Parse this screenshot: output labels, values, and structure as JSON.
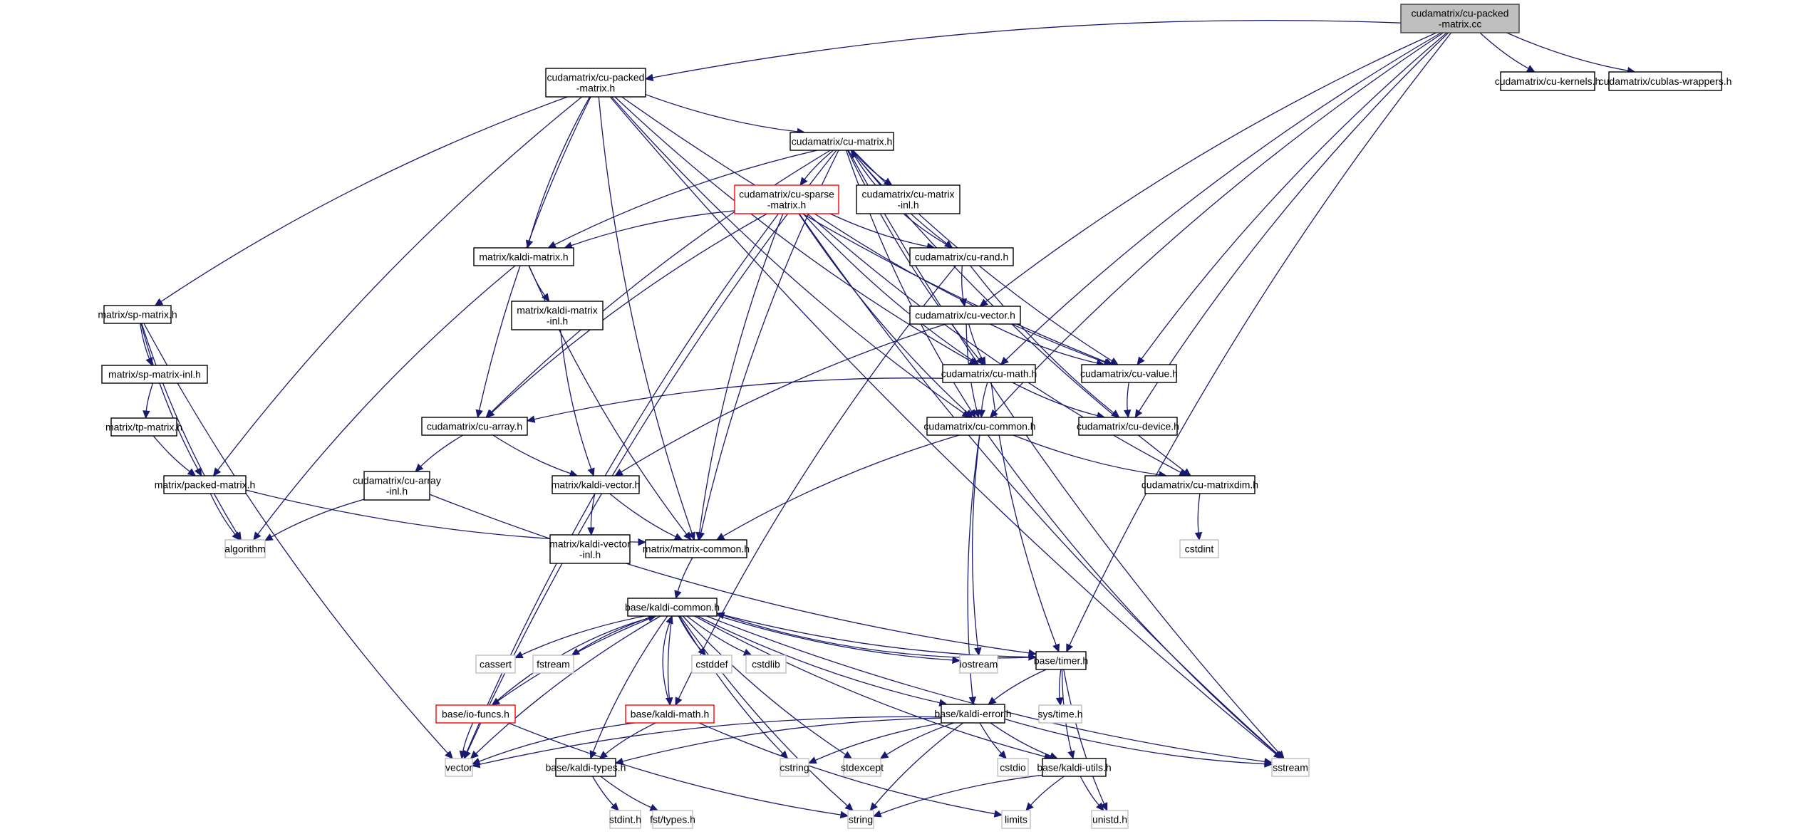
{
  "title": "Include dependency graph for cudamatrix/cu-packed-matrix.cc",
  "colors": {
    "edge": "#191970",
    "root_fill": "#bfbfbf",
    "root_border": "#404040",
    "header_border": "#000000",
    "truncated_border": "#ff0000",
    "system_border": "#bfbfbf",
    "node_fill": "#ffffff"
  },
  "nodes": [
    {
      "id": "root",
      "label": [
        "cudamatrix/cu-packed",
        "-matrix.cc"
      ],
      "kind": "root"
    },
    {
      "id": "cu_packed_matrix_h",
      "label": [
        "cudamatrix/cu-packed",
        "-matrix.h"
      ],
      "kind": "header"
    },
    {
      "id": "cu_kernels_h",
      "label": [
        "cudamatrix/cu-kernels.h"
      ],
      "kind": "header"
    },
    {
      "id": "cublas_wrappers_h",
      "label": [
        "cudamatrix/cublas-wrappers.h"
      ],
      "kind": "header"
    },
    {
      "id": "cu_matrix_h",
      "label": [
        "cudamatrix/cu-matrix.h"
      ],
      "kind": "header"
    },
    {
      "id": "cu_sparse_matrix_h",
      "label": [
        "cudamatrix/cu-sparse",
        "-matrix.h"
      ],
      "kind": "truncated"
    },
    {
      "id": "cu_matrix_inl_h",
      "label": [
        "cudamatrix/cu-matrix",
        "-inl.h"
      ],
      "kind": "header"
    },
    {
      "id": "kaldi_matrix_h",
      "label": [
        "matrix/kaldi-matrix.h"
      ],
      "kind": "header"
    },
    {
      "id": "cu_rand_h",
      "label": [
        "cudamatrix/cu-rand.h"
      ],
      "kind": "header"
    },
    {
      "id": "kaldi_matrix_inl_h",
      "label": [
        "matrix/kaldi-matrix",
        "-inl.h"
      ],
      "kind": "header"
    },
    {
      "id": "sp_matrix_h",
      "label": [
        "matrix/sp-matrix.h"
      ],
      "kind": "header"
    },
    {
      "id": "cu_vector_h",
      "label": [
        "cudamatrix/cu-vector.h"
      ],
      "kind": "header"
    },
    {
      "id": "sp_matrix_inl_h",
      "label": [
        "matrix/sp-matrix-inl.h"
      ],
      "kind": "header"
    },
    {
      "id": "cu_math_h",
      "label": [
        "cudamatrix/cu-math.h"
      ],
      "kind": "header"
    },
    {
      "id": "cu_value_h",
      "label": [
        "cudamatrix/cu-value.h"
      ],
      "kind": "header"
    },
    {
      "id": "tp_matrix_h",
      "label": [
        "matrix/tp-matrix.h"
      ],
      "kind": "header"
    },
    {
      "id": "cu_array_h",
      "label": [
        "cudamatrix/cu-array.h"
      ],
      "kind": "header"
    },
    {
      "id": "cu_common_h",
      "label": [
        "cudamatrix/cu-common.h"
      ],
      "kind": "header"
    },
    {
      "id": "cu_device_h",
      "label": [
        "cudamatrix/cu-device.h"
      ],
      "kind": "header"
    },
    {
      "id": "packed_matrix_h",
      "label": [
        "matrix/packed-matrix.h"
      ],
      "kind": "header"
    },
    {
      "id": "cu_array_inl_h",
      "label": [
        "cudamatrix/cu-array",
        "-inl.h"
      ],
      "kind": "header"
    },
    {
      "id": "kaldi_vector_h",
      "label": [
        "matrix/kaldi-vector.h"
      ],
      "kind": "header"
    },
    {
      "id": "cu_matrixdim_h",
      "label": [
        "cudamatrix/cu-matrixdim.h"
      ],
      "kind": "header"
    },
    {
      "id": "algorithm",
      "label": [
        "algorithm"
      ],
      "kind": "system"
    },
    {
      "id": "kaldi_vector_inl_h",
      "label": [
        "matrix/kaldi-vector",
        "-inl.h"
      ],
      "kind": "header"
    },
    {
      "id": "matrix_common_h",
      "label": [
        "matrix/matrix-common.h"
      ],
      "kind": "header"
    },
    {
      "id": "cstdint",
      "label": [
        "cstdint"
      ],
      "kind": "system"
    },
    {
      "id": "kaldi_common_h",
      "label": [
        "base/kaldi-common.h"
      ],
      "kind": "header"
    },
    {
      "id": "cassert",
      "label": [
        "cassert"
      ],
      "kind": "system"
    },
    {
      "id": "fstream",
      "label": [
        "fstream"
      ],
      "kind": "system"
    },
    {
      "id": "cstddef",
      "label": [
        "cstddef"
      ],
      "kind": "system"
    },
    {
      "id": "cstdlib",
      "label": [
        "cstdlib"
      ],
      "kind": "system"
    },
    {
      "id": "iostream",
      "label": [
        "iostream"
      ],
      "kind": "system"
    },
    {
      "id": "timer_h",
      "label": [
        "base/timer.h"
      ],
      "kind": "header"
    },
    {
      "id": "io_funcs_h",
      "label": [
        "base/io-funcs.h"
      ],
      "kind": "truncated"
    },
    {
      "id": "kaldi_math_h",
      "label": [
        "base/kaldi-math.h"
      ],
      "kind": "truncated"
    },
    {
      "id": "kaldi_error_h",
      "label": [
        "base/kaldi-error.h"
      ],
      "kind": "header"
    },
    {
      "id": "sys_time_h",
      "label": [
        "sys/time.h"
      ],
      "kind": "system"
    },
    {
      "id": "vector",
      "label": [
        "vector"
      ],
      "kind": "system"
    },
    {
      "id": "kaldi_types_h",
      "label": [
        "base/kaldi-types.h"
      ],
      "kind": "header"
    },
    {
      "id": "cstring",
      "label": [
        "cstring"
      ],
      "kind": "system"
    },
    {
      "id": "stdexcept",
      "label": [
        "stdexcept"
      ],
      "kind": "system"
    },
    {
      "id": "cstdio",
      "label": [
        "cstdio"
      ],
      "kind": "system"
    },
    {
      "id": "kaldi_utils_h",
      "label": [
        "base/kaldi-utils.h"
      ],
      "kind": "header"
    },
    {
      "id": "sstream",
      "label": [
        "sstream"
      ],
      "kind": "system"
    },
    {
      "id": "stdint_h",
      "label": [
        "stdint.h"
      ],
      "kind": "system"
    },
    {
      "id": "fst_types_h",
      "label": [
        "fst/types.h"
      ],
      "kind": "system"
    },
    {
      "id": "string",
      "label": [
        "string"
      ],
      "kind": "system"
    },
    {
      "id": "limits",
      "label": [
        "limits"
      ],
      "kind": "system"
    },
    {
      "id": "unistd_h",
      "label": [
        "unistd.h"
      ],
      "kind": "system"
    }
  ],
  "edges": [
    [
      "root",
      "cu_packed_matrix_h"
    ],
    [
      "root",
      "cu_kernels_h"
    ],
    [
      "root",
      "cublas_wrappers_h"
    ],
    [
      "root",
      "cu_vector_h"
    ],
    [
      "root",
      "cu_math_h"
    ],
    [
      "root",
      "cu_common_h"
    ],
    [
      "root",
      "cu_device_h"
    ],
    [
      "root",
      "cu_value_h"
    ],
    [
      "root",
      "timer_h"
    ],
    [
      "cu_packed_matrix_h",
      "cu_matrix_h"
    ],
    [
      "cu_packed_matrix_h",
      "sp_matrix_h"
    ],
    [
      "cu_packed_matrix_h",
      "packed_matrix_h"
    ],
    [
      "cu_packed_matrix_h",
      "kaldi_matrix_h"
    ],
    [
      "cu_packed_matrix_h",
      "cu_array_h"
    ],
    [
      "cu_packed_matrix_h",
      "cu_common_h"
    ],
    [
      "cu_packed_matrix_h",
      "matrix_common_h"
    ],
    [
      "cu_packed_matrix_h",
      "cu_math_h"
    ],
    [
      "cu_packed_matrix_h",
      "cu_value_h"
    ],
    [
      "cu_packed_matrix_h",
      "sstream"
    ],
    [
      "cu_matrix_h",
      "cu_sparse_matrix_h"
    ],
    [
      "cu_matrix_h",
      "cu_matrix_inl_h"
    ],
    [
      "cu_matrix_h",
      "kaldi_matrix_h"
    ],
    [
      "cu_matrix_h",
      "cu_rand_h"
    ],
    [
      "cu_matrix_h",
      "cu_array_h"
    ],
    [
      "cu_matrix_h",
      "cu_common_h"
    ],
    [
      "cu_matrix_h",
      "cu_math_h"
    ],
    [
      "cu_matrix_h",
      "cu_value_h"
    ],
    [
      "cu_matrix_h",
      "cu_matrixdim_h"
    ],
    [
      "cu_matrix_h",
      "matrix_common_h"
    ],
    [
      "cu_matrix_h",
      "vector"
    ],
    [
      "cu_matrix_h",
      "sstream"
    ],
    [
      "cu_sparse_matrix_h",
      "kaldi_matrix_h"
    ],
    [
      "cu_sparse_matrix_h",
      "cu_rand_h"
    ],
    [
      "cu_sparse_matrix_h",
      "cu_array_h"
    ],
    [
      "cu_sparse_matrix_h",
      "cu_common_h"
    ],
    [
      "cu_sparse_matrix_h",
      "cu_math_h"
    ],
    [
      "cu_sparse_matrix_h",
      "cu_value_h"
    ],
    [
      "cu_sparse_matrix_h",
      "cu_matrixdim_h"
    ],
    [
      "cu_sparse_matrix_h",
      "matrix_common_h"
    ],
    [
      "cu_sparse_matrix_h",
      "vector"
    ],
    [
      "cu_sparse_matrix_h",
      "sstream"
    ],
    [
      "cu_rand_h",
      "cu_matrix_h"
    ],
    [
      "cu_rand_h",
      "cu_vector_h"
    ],
    [
      "cu_rand_h",
      "cu_device_h"
    ],
    [
      "cu_rand_h",
      "kaldi_math_h"
    ],
    [
      "kaldi_matrix_h",
      "kaldi_matrix_inl_h"
    ],
    [
      "kaldi_matrix_h",
      "matrix_common_h"
    ],
    [
      "kaldi_matrix_h",
      "algorithm"
    ],
    [
      "kaldi_matrix_inl_h",
      "kaldi_vector_h"
    ],
    [
      "sp_matrix_h",
      "sp_matrix_inl_h"
    ],
    [
      "sp_matrix_h",
      "packed_matrix_h"
    ],
    [
      "sp_matrix_h",
      "algorithm"
    ],
    [
      "sp_matrix_h",
      "vector"
    ],
    [
      "sp_matrix_inl_h",
      "tp_matrix_h"
    ],
    [
      "tp_matrix_h",
      "packed_matrix_h"
    ],
    [
      "packed_matrix_h",
      "algorithm"
    ],
    [
      "packed_matrix_h",
      "matrix_common_h"
    ],
    [
      "cu_vector_h",
      "cu_math_h"
    ],
    [
      "cu_vector_h",
      "cu_value_h"
    ],
    [
      "cu_vector_h",
      "cu_common_h"
    ],
    [
      "cu_vector_h",
      "kaldi_vector_h"
    ],
    [
      "cu_math_h",
      "cu_common_h"
    ],
    [
      "cu_math_h",
      "cu_device_h"
    ],
    [
      "cu_math_h",
      "cu_array_h"
    ],
    [
      "cu_math_h",
      "timer_h"
    ],
    [
      "cu_value_h",
      "cu_device_h"
    ],
    [
      "cu_array_h",
      "cu_array_inl_h"
    ],
    [
      "cu_array_h",
      "kaldi_vector_h"
    ],
    [
      "cu_array_inl_h",
      "algorithm"
    ],
    [
      "cu_array_inl_h",
      "timer_h"
    ],
    [
      "cu_common_h",
      "cu_matrixdim_h"
    ],
    [
      "cu_common_h",
      "matrix_common_h"
    ],
    [
      "cu_common_h",
      "iostream"
    ],
    [
      "cu_common_h",
      "kaldi_error_h"
    ],
    [
      "cu_common_h",
      "sstream"
    ],
    [
      "cu_matrixdim_h",
      "cstdint"
    ],
    [
      "kaldi_vector_h",
      "kaldi_vector_inl_h"
    ],
    [
      "kaldi_vector_h",
      "matrix_common_h"
    ],
    [
      "matrix_common_h",
      "kaldi_common_h"
    ],
    [
      "kaldi_common_h",
      "cassert"
    ],
    [
      "kaldi_common_h",
      "fstream"
    ],
    [
      "kaldi_common_h",
      "cstddef"
    ],
    [
      "kaldi_common_h",
      "cstdlib"
    ],
    [
      "kaldi_common_h",
      "iostream"
    ],
    [
      "kaldi_common_h",
      "timer_h"
    ],
    [
      "kaldi_common_h",
      "io_funcs_h"
    ],
    [
      "kaldi_common_h",
      "kaldi_math_h"
    ],
    [
      "kaldi_common_h",
      "kaldi_error_h"
    ],
    [
      "kaldi_common_h",
      "vector"
    ],
    [
      "kaldi_common_h",
      "kaldi_types_h"
    ],
    [
      "kaldi_common_h",
      "cstring"
    ],
    [
      "kaldi_common_h",
      "stdexcept"
    ],
    [
      "kaldi_common_h",
      "string"
    ],
    [
      "kaldi_common_h",
      "kaldi_utils_h"
    ],
    [
      "kaldi_common_h",
      "sstream"
    ],
    [
      "io_funcs_h",
      "kaldi_common_h"
    ],
    [
      "io_funcs_h",
      "vector"
    ],
    [
      "io_funcs_h",
      "string"
    ],
    [
      "kaldi_math_h",
      "kaldi_common_h"
    ],
    [
      "kaldi_math_h",
      "kaldi_types_h"
    ],
    [
      "kaldi_math_h",
      "vector"
    ],
    [
      "kaldi_math_h",
      "limits"
    ],
    [
      "timer_h",
      "kaldi_common_h"
    ],
    [
      "timer_h",
      "kaldi_error_h"
    ],
    [
      "timer_h",
      "sys_time_h"
    ],
    [
      "timer_h",
      "kaldi_utils_h"
    ],
    [
      "timer_h",
      "unistd_h"
    ],
    [
      "kaldi_error_h",
      "vector"
    ],
    [
      "kaldi_error_h",
      "kaldi_types_h"
    ],
    [
      "kaldi_error_h",
      "cstring"
    ],
    [
      "kaldi_error_h",
      "stdexcept"
    ],
    [
      "kaldi_error_h",
      "cstdio"
    ],
    [
      "kaldi_error_h",
      "string"
    ],
    [
      "kaldi_error_h",
      "kaldi_utils_h"
    ],
    [
      "kaldi_error_h",
      "sstream"
    ],
    [
      "kaldi_types_h",
      "stdint_h"
    ],
    [
      "kaldi_types_h",
      "fst_types_h"
    ],
    [
      "kaldi_utils_h",
      "string"
    ],
    [
      "kaldi_utils_h",
      "limits"
    ],
    [
      "kaldi_utils_h",
      "unistd_h"
    ]
  ]
}
